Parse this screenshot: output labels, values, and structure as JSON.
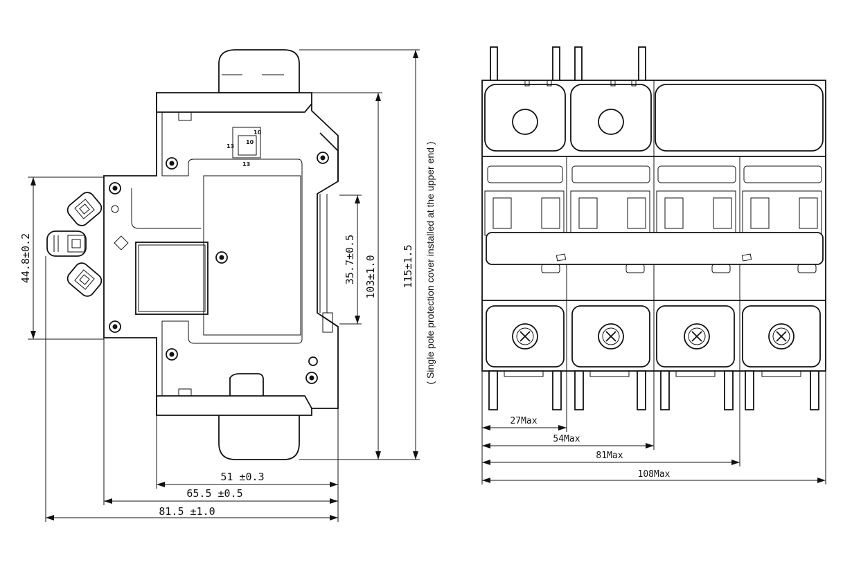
{
  "side_view": {
    "dimensions": {
      "height_44": "44.8±0.2",
      "height_35": "35.7±0.5",
      "height_103": "103±1.0",
      "height_115": "115±1.5",
      "width_51": "51 ±0.3",
      "width_65": "65.5 ±0.5",
      "width_81": "81.5 ±1.0"
    },
    "note": "( Single pole protection cover installed at the upper end )",
    "switch_labels": [
      "13",
      "13",
      "10",
      "10"
    ]
  },
  "front_view": {
    "dimensions": [
      "27Max",
      "54Max",
      "81Max",
      "108Max"
    ]
  },
  "colors": {
    "line": "#111111",
    "background": "#ffffff"
  }
}
